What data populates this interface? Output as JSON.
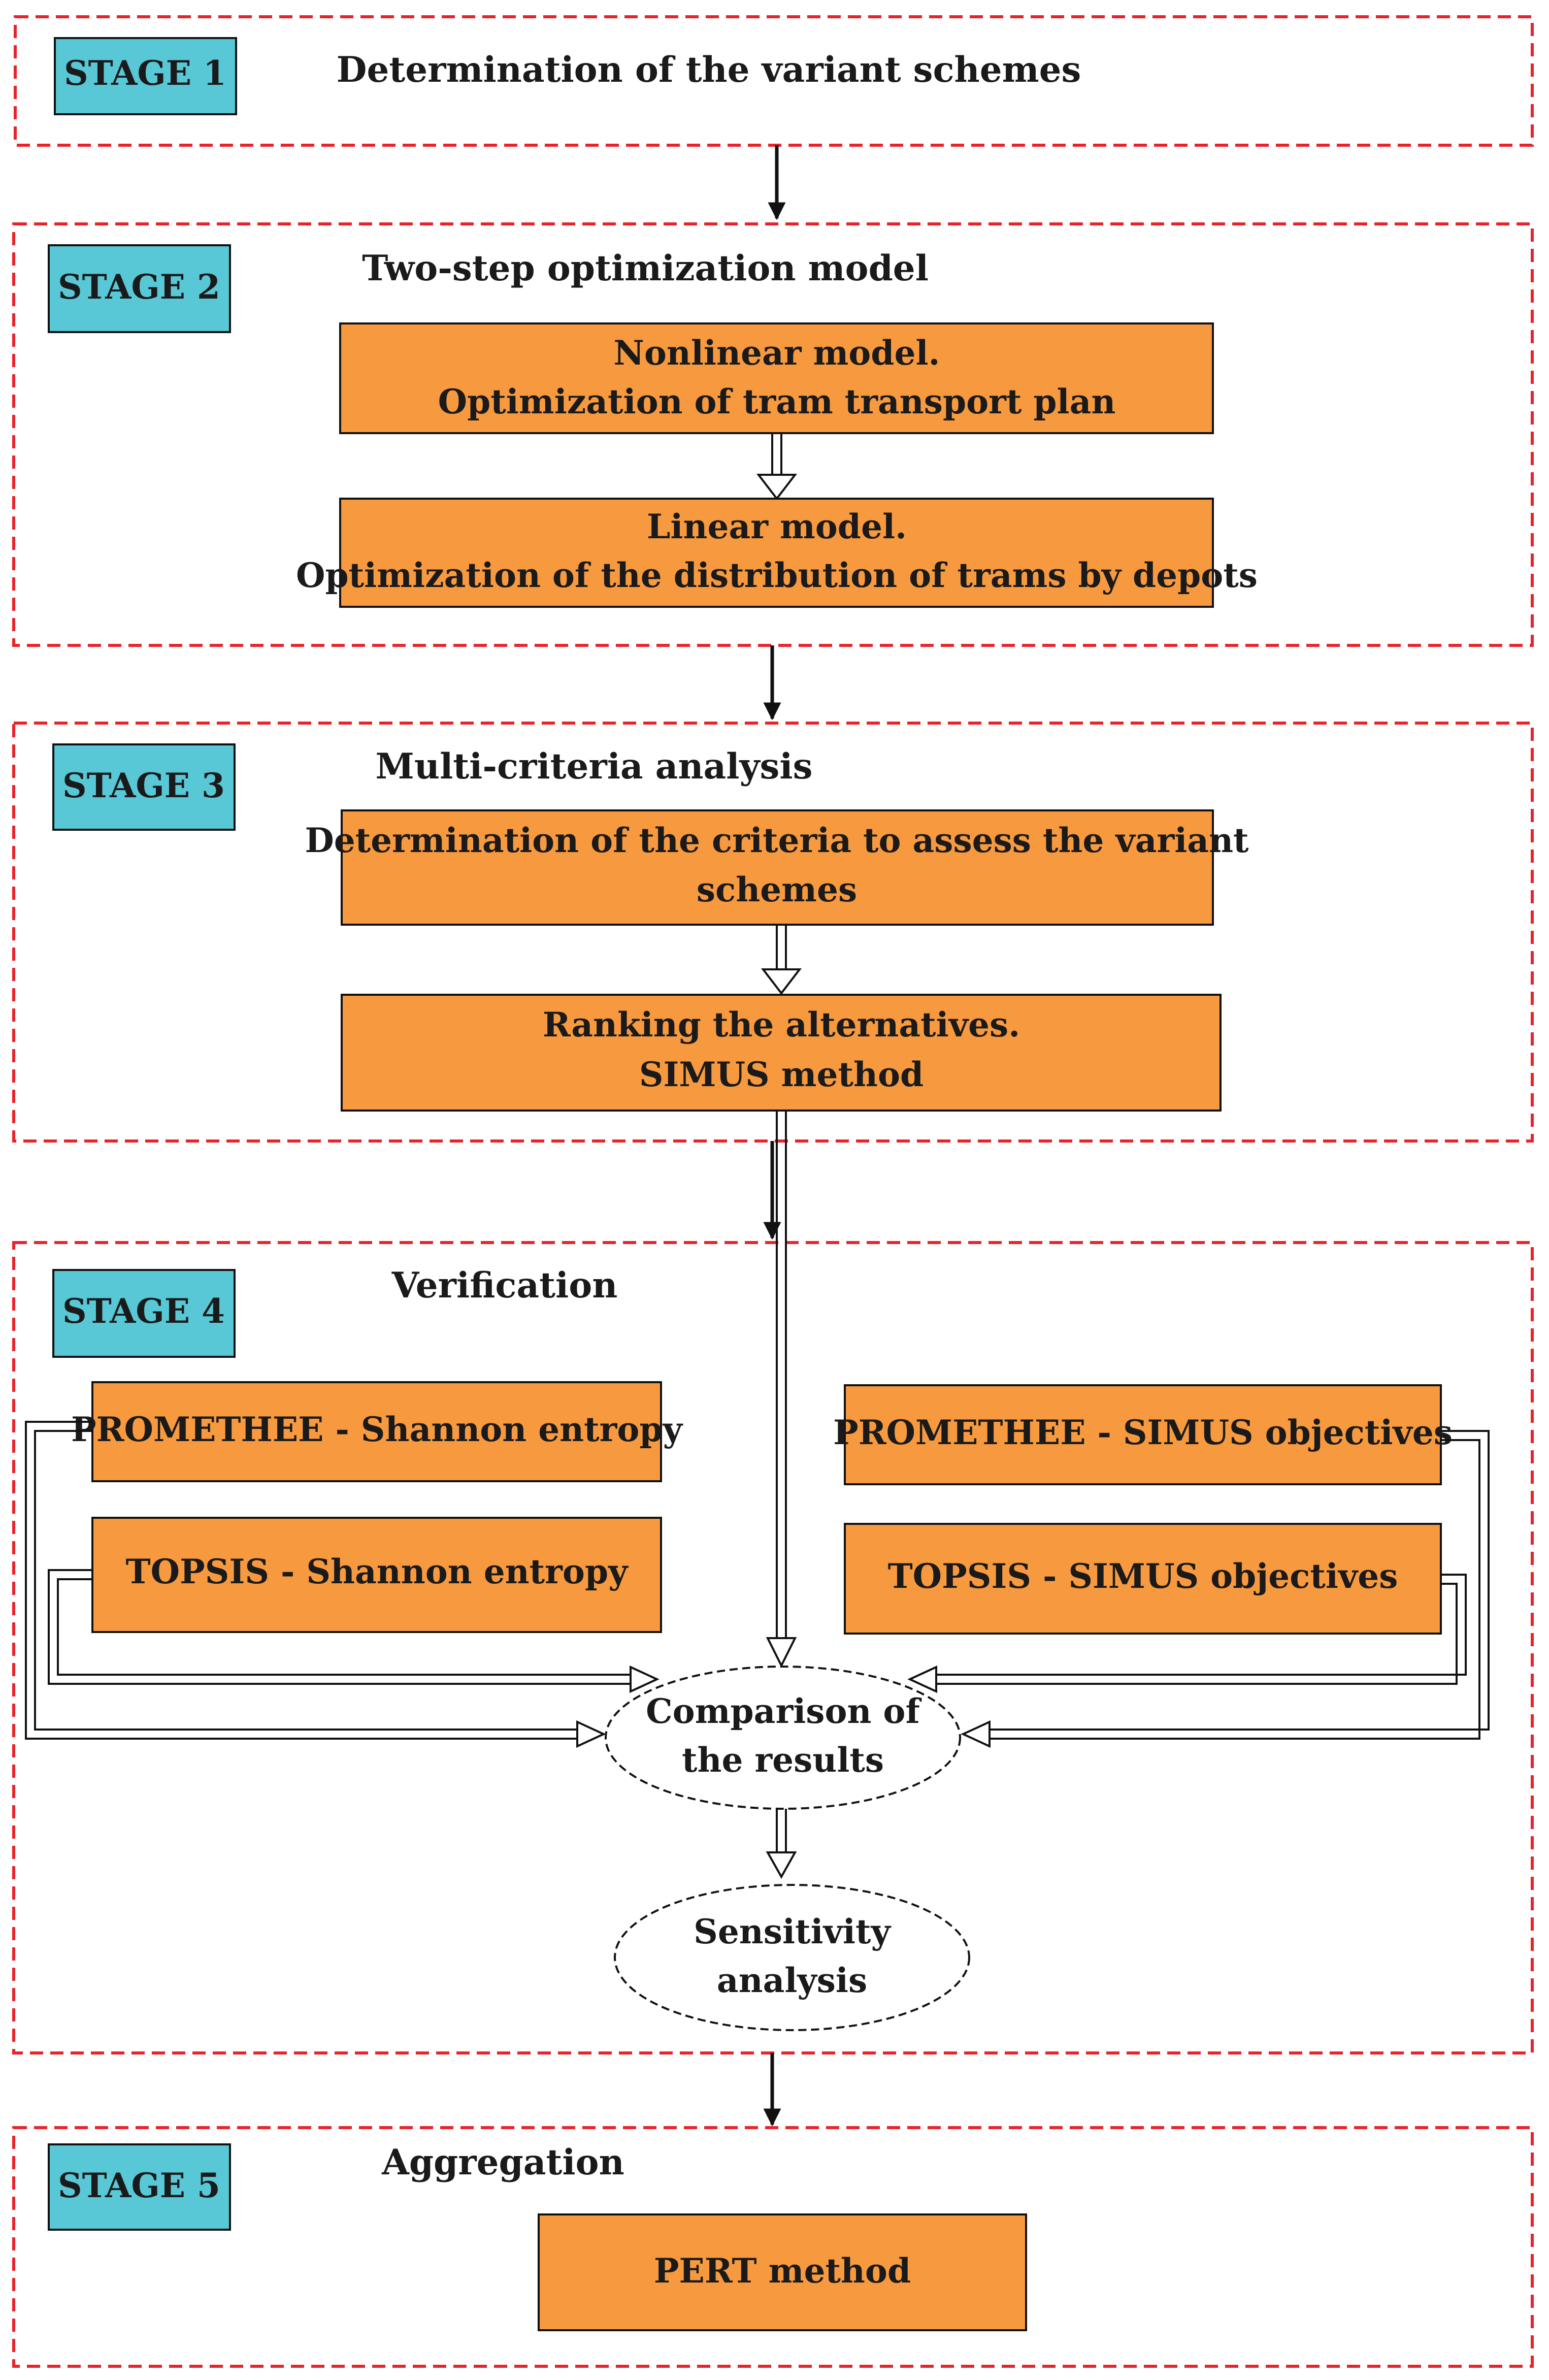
{
  "stages": [
    {
      "label": "STAGE 1",
      "title": "Determination of the variant schemes"
    },
    {
      "label": "STAGE 2",
      "title": "Two-step optimization model"
    },
    {
      "label": "STAGE 3",
      "title": "Multi-criteria analysis"
    },
    {
      "label": "STAGE 4",
      "title": "Verification"
    },
    {
      "label": "STAGE 5",
      "title": "Aggregation"
    }
  ],
  "boxes": {
    "nonlinear_model": [
      "Nonlinear model.",
      "Optimization of tram transport plan"
    ],
    "linear_model": [
      "Linear model.",
      "Optimization of the distribution of trams by depots"
    ],
    "criteria": [
      "Determination of the criteria to assess the variant",
      "schemes"
    ],
    "ranking": [
      "Ranking the alternatives.",
      "SIMUS method"
    ],
    "promethee_shannon": [
      "PROMETHEE - Shannon entropy"
    ],
    "topsis_shannon": [
      "TOPSIS - Shannon entropy"
    ],
    "promethee_simus": [
      "PROMETHEE - SIMUS objectives"
    ],
    "topsis_simus": [
      "TOPSIS - SIMUS objectives"
    ],
    "comparison": [
      "Comparison of",
      "the results"
    ],
    "sensitivity": [
      "Sensitivity",
      "analysis"
    ],
    "pert": [
      "PERT method"
    ]
  },
  "colors": {
    "stage_badge": "#58c7d6",
    "process_box": "#f7993f",
    "dashed_border": "#e8232a",
    "line": "#111111"
  }
}
